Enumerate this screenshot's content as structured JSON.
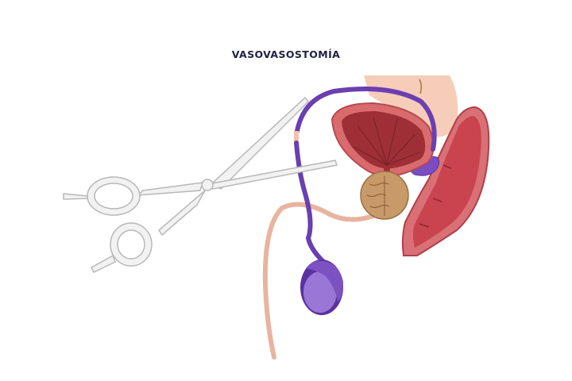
{
  "title": "VASOVASOSTOMÍA",
  "figure": {
    "type": "anatomical-illustration",
    "subject": "male reproductive anatomy with surgical scissors",
    "parts": [
      {
        "name": "scissors",
        "color": "#d9d9d9"
      },
      {
        "name": "vas-deferens",
        "color": "#6a3fb0"
      },
      {
        "name": "vas-deferens-cut-segment",
        "color": "#f1c2ad"
      },
      {
        "name": "bladder",
        "color": "#9e2f36"
      },
      {
        "name": "prostate",
        "color": "#c89a6a"
      },
      {
        "name": "seminal-vesicle",
        "color": "#7a4cc4"
      },
      {
        "name": "rectum",
        "color": "#c9444f"
      },
      {
        "name": "testicle",
        "color": "#7c52c0"
      },
      {
        "name": "urethra",
        "color": "#e8b4a0"
      },
      {
        "name": "body-outline",
        "color": "#f6cdb9"
      }
    ]
  }
}
